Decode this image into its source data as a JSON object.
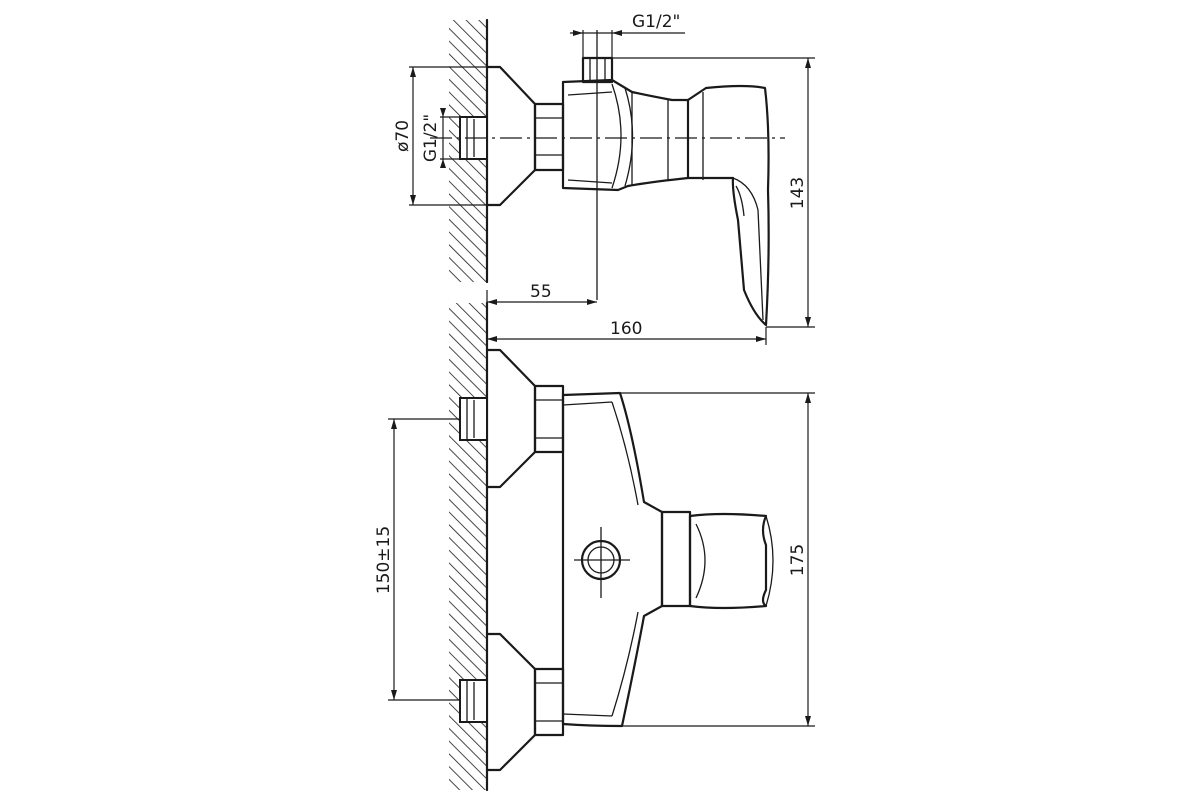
{
  "dimensions": {
    "top_inlet_thread": "G1/2\"",
    "wall_flange_diameter": "ø70",
    "wall_thread": "G1/2\"",
    "height_side": "143",
    "depth_to_axis": "55",
    "total_depth": "160",
    "inlet_spacing": "150±15",
    "height_front": "175"
  }
}
